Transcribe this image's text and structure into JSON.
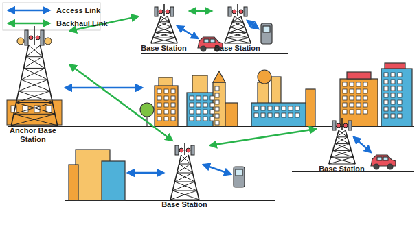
{
  "diagram": {
    "nodes": [
      {
        "text": [
          "Base Station"
        ]
      },
      {
        "text": [
          "Base Station"
        ]
      },
      {
        "text": [
          "Anchor Base Station"
        ]
      },
      {
        "text": [
          "Base Station"
        ]
      },
      {
        "text": [
          "Base Station"
        ]
      }
    ],
    "edges": [
      {
        "from": 2,
        "to": 0,
        "arrow": "both"
      },
      {
        "from": 0,
        "to": 1,
        "arrow": "both"
      },
      {
        "from": 2,
        "to": 3,
        "arrow": "both"
      },
      {
        "from": 3,
        "to": 4,
        "arrow": "both"
      }
    ],
    "legend": [
      {
        "text": "Access Link"
      },
      {
        "text": "Backhaul Link"
      }
    ]
  }
}
